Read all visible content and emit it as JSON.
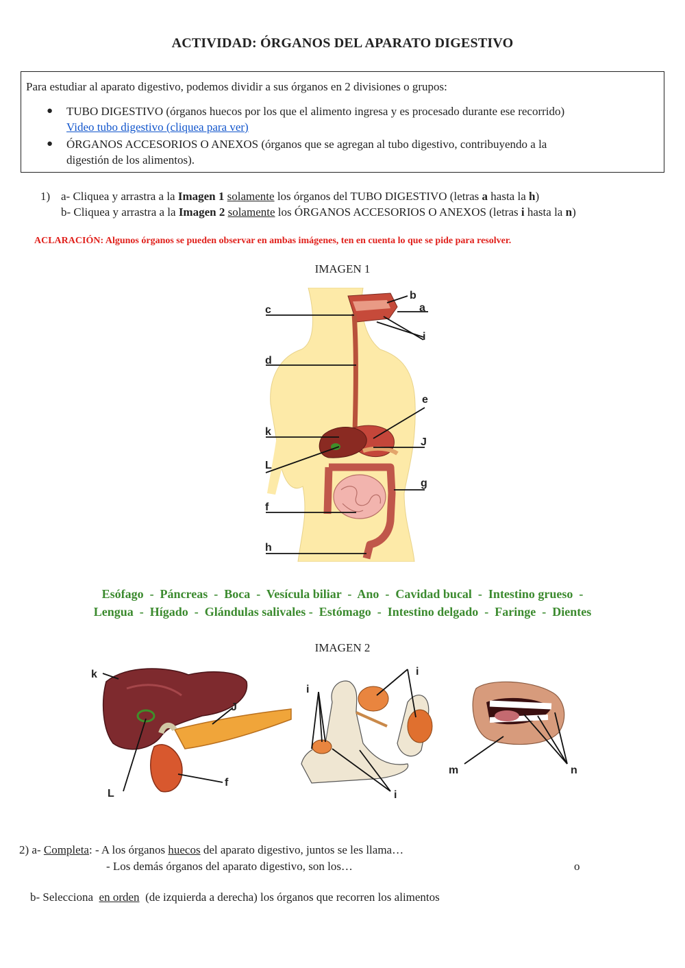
{
  "title": "ACTIVIDAD: ÓRGANOS DEL APARATO DIGESTIVO",
  "intro": {
    "text": "Para estudiar al aparato digestivo, podemos dividir a sus órganos en 2 divisiones o grupos:",
    "bullets": [
      {
        "line1": "TUBO DIGESTIVO (órganos huecos por los que el alimento ingresa y es procesado durante ese recorrido)",
        "link": "Video tubo digestivo (cliquea para ver)"
      },
      {
        "line1": "ÓRGANOS ACCESORIOS O ANEXOS (órganos que se agregan al tubo digestivo, contribuyendo a la",
        "line2": "digestión de los alimentos)."
      }
    ]
  },
  "q1": {
    "num": "1)",
    "a": {
      "p1": "a- Cliquea y arrastra a la ",
      "b1": "Imagen 1",
      "p2": " ",
      "u": "solamente",
      "p3": " los órganos del TUBO DIGESTIVO (letras ",
      "b2": "a",
      "p4": " hasta la ",
      "b3": "h",
      "p5": ")"
    },
    "b": {
      "p1": "b-  Cliquea y arrastra a la ",
      "b1": "Imagen 2",
      "p2": " ",
      "u": "solamente",
      "p3": " los ÓRGANOS ACCESORIOS O ANEXOS  (letras ",
      "b2": "i",
      "p4": " hasta la ",
      "b3": "n",
      "p5": ")"
    }
  },
  "clarification": "ACLARACIÓN: Algunos órganos se pueden observar en ambas imágenes, ten en cuenta lo que se pide para resolver.",
  "image1": {
    "title": "IMAGEN 1",
    "labels": {
      "a": "a",
      "b": "b",
      "c": "c",
      "d": "d",
      "e": "e",
      "f": "f",
      "g": "g",
      "h": "h",
      "i": "i",
      "J": "J",
      "k": "k",
      "L": "L"
    }
  },
  "word_bank": {
    "row1": "Esófago  -  Páncreas  -  Boca  -  Vesícula biliar  -  Ano  -  Cavidad bucal  -  Intestino grueso  -",
    "row2": "Lengua  -  Hígado  -  Glándulas salivales -  Estómago  -  Intestino delgado  -  Faringe  -  Dientes"
  },
  "image2": {
    "title": "IMAGEN 2",
    "labels": {
      "k": "k",
      "J": "J",
      "L": "L",
      "f": "f",
      "i": "i",
      "m": "m",
      "n": "n"
    }
  },
  "q2": {
    "a_prefix": "2) a- ",
    "a_complete": "Completa",
    "a_line1_p1": ": - A los órganos ",
    "a_line1_u": "huecos",
    "a_line1_p2": " del aparato digestivo, juntos se les llama…",
    "a_line2": "- Los demás órganos del aparato digestivo, son los…",
    "a_line2_end": "o",
    "b_p1": "b- Selecciona  ",
    "b_u": "en orden",
    "b_p2": "  (de izquierda a derecha) los órganos que recorren los alimentos"
  },
  "colors": {
    "word_bank": "#3b8a2e",
    "clarification": "#e0201b",
    "link": "#1155cc"
  }
}
